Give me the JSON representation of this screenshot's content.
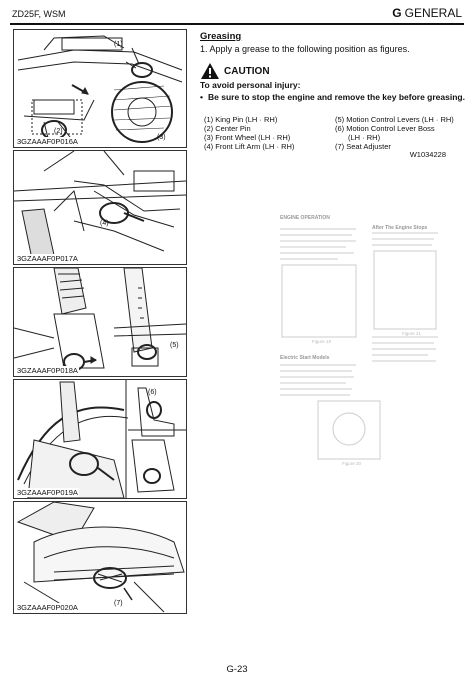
{
  "header": {
    "model": "ZD25F, WSM",
    "section_letter": "G",
    "section_title": "GENERAL"
  },
  "section": {
    "title": "Greasing",
    "step": "1.  Apply a grease to the following position as figures.",
    "caution_label": "CAUTION",
    "warning_heading": "To avoid personal injury:",
    "warning_bullet": "•",
    "warning_text": "Be sure to stop the engine and remove the key before greasing."
  },
  "parts_left": [
    "(1)  King Pin (LH · RH)",
    "(2)  Center Pin",
    "(3)  Front Wheel (LH · RH)",
    "(4)  Front Lift Arm (LH · RH)"
  ],
  "parts_right": [
    "(5)  Motion Control Levers (LH · RH)",
    "(6)  Motion Control Lever Boss",
    "(LH · RH)",
    "(7)  Seat Adjuster"
  ],
  "code": "W1034228",
  "figures": {
    "fig1": {
      "caption": "3GZAAAF0P016A",
      "c1": "(1)",
      "c2": "(2)",
      "c3": "(3)"
    },
    "fig2": {
      "caption": "3GZAAAF0P017A",
      "c4": "(4)"
    },
    "fig3": {
      "caption": "3GZAAAF0P018A",
      "c5": "(5)"
    },
    "fig4": {
      "caption": "3GZAAAF0P019A",
      "c6": "(6)"
    },
    "fig5": {
      "caption": "3GZAAAF0P020A",
      "c7": "(7)"
    }
  },
  "ghost": {
    "h1": "ENGINE OPERATION",
    "h2": "After The Engine Stops",
    "h3": "Electric Start Models",
    "fig19": "Figure 19",
    "fig20": "Figure 20",
    "fig21": "Figure 21"
  },
  "page_number": "G-23"
}
